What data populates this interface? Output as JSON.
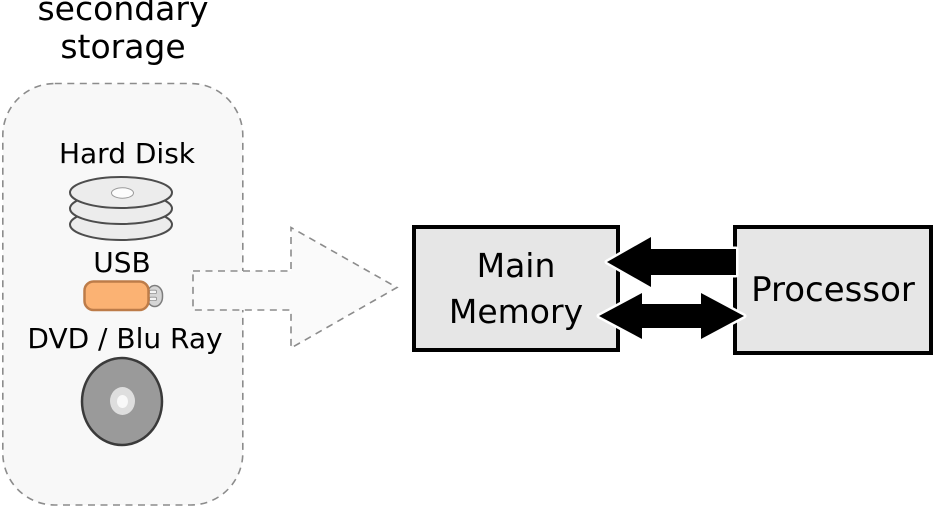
{
  "title": "secondary\nstorage",
  "storage_group": {
    "items": [
      {
        "label": "Hard Disk",
        "icon": "hard-disk-icon"
      },
      {
        "label": "USB",
        "icon": "usb-drive-icon"
      },
      {
        "label": "DVD / Blu Ray",
        "icon": "optical-disc-icon"
      }
    ]
  },
  "nodes": {
    "main_memory": {
      "label": "Main\nMemory"
    },
    "processor": {
      "label": "Processor"
    }
  },
  "connections": [
    {
      "from": "secondary-storage",
      "to": "main-memory",
      "style": "dashed-outline-block-arrow",
      "direction": "right"
    },
    {
      "from": "processor",
      "to": "main-memory",
      "style": "solid-black-block-arrow",
      "direction": "left"
    },
    {
      "from": "main-memory",
      "to": "processor",
      "style": "solid-black-block-arrow",
      "direction": "both"
    }
  ],
  "colors": {
    "background": "#ffffff",
    "node_fill": "#e6e6e6",
    "node_border": "#000000",
    "group_fill": "#f8f8f8",
    "dashed_stroke": "#8c8c8c",
    "usb_body": "#fbb273",
    "usb_body_border": "#bd7c49",
    "usb_connector": "#d6d6d6",
    "disk_fill": "#ececec",
    "disc_fill": "#9a9a9a",
    "arrow_fill": "#000000"
  }
}
